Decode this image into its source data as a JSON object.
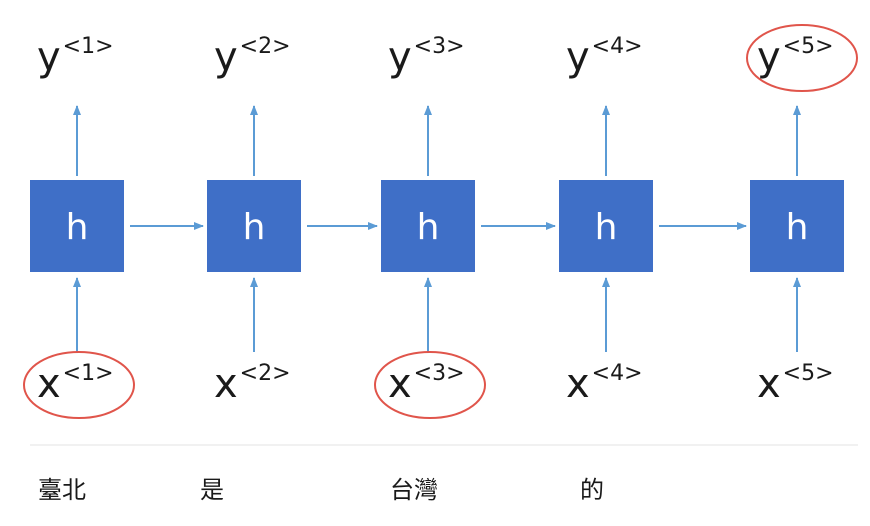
{
  "colors": {
    "box": "#3f6fc7",
    "arrow": "#5b9bd5",
    "circle": "#e0554b",
    "text": "#1a1a1a"
  },
  "cells": [
    {
      "h": "h",
      "y_base": "y",
      "y_sup": "<1>",
      "x_base": "x",
      "x_sup": "<1>",
      "y_circled": false,
      "x_circled": true
    },
    {
      "h": "h",
      "y_base": "y",
      "y_sup": "<2>",
      "x_base": "x",
      "x_sup": "<2>",
      "y_circled": false,
      "x_circled": false
    },
    {
      "h": "h",
      "y_base": "y",
      "y_sup": "<3>",
      "x_base": "x",
      "x_sup": "<3>",
      "y_circled": false,
      "x_circled": true
    },
    {
      "h": "h",
      "y_base": "y",
      "y_sup": "<4>",
      "x_base": "x",
      "x_sup": "<4>",
      "y_circled": false,
      "x_circled": false
    },
    {
      "h": "h",
      "y_base": "y",
      "y_sup": "<5>",
      "x_base": "x",
      "x_sup": "<5>",
      "y_circled": true,
      "x_circled": false
    }
  ],
  "words": [
    "臺北",
    "是",
    "台灣",
    "的"
  ]
}
